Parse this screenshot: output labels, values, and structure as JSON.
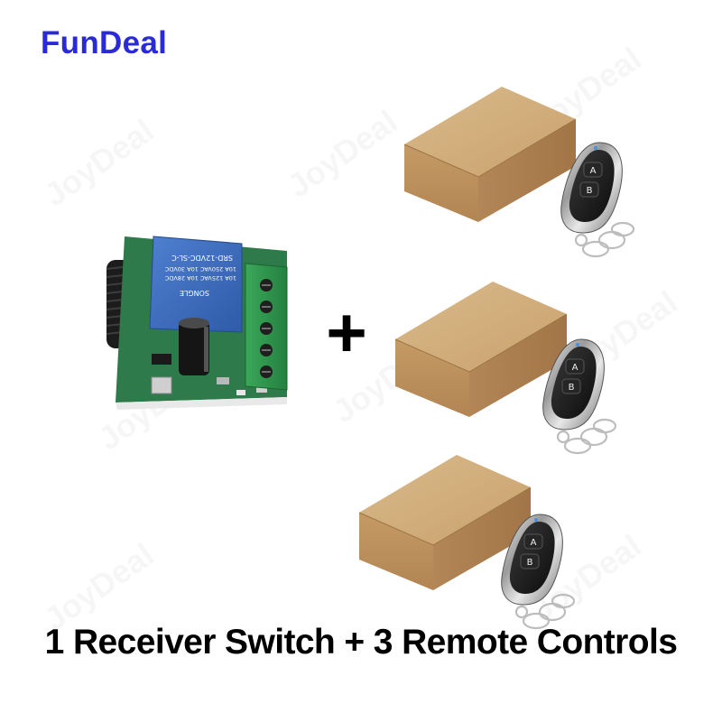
{
  "brand": {
    "name": "FunDeal",
    "color": "#2a2ad8"
  },
  "watermark": {
    "text": "JoyDeal"
  },
  "receiver": {
    "relay_model": "SRD-12VDC-SL-C",
    "relay_brand": "SONGLE",
    "relay_rating_1": "10A 250VAC 10A 30VDC",
    "relay_rating_2": "10A 125VAC 10A 28VDC",
    "terminal_count": 5
  },
  "plus_symbol": "+",
  "remotes": {
    "count": 3,
    "button_labels": [
      "A",
      "B"
    ]
  },
  "caption": "1 Receiver Switch + 3 Remote Controls"
}
